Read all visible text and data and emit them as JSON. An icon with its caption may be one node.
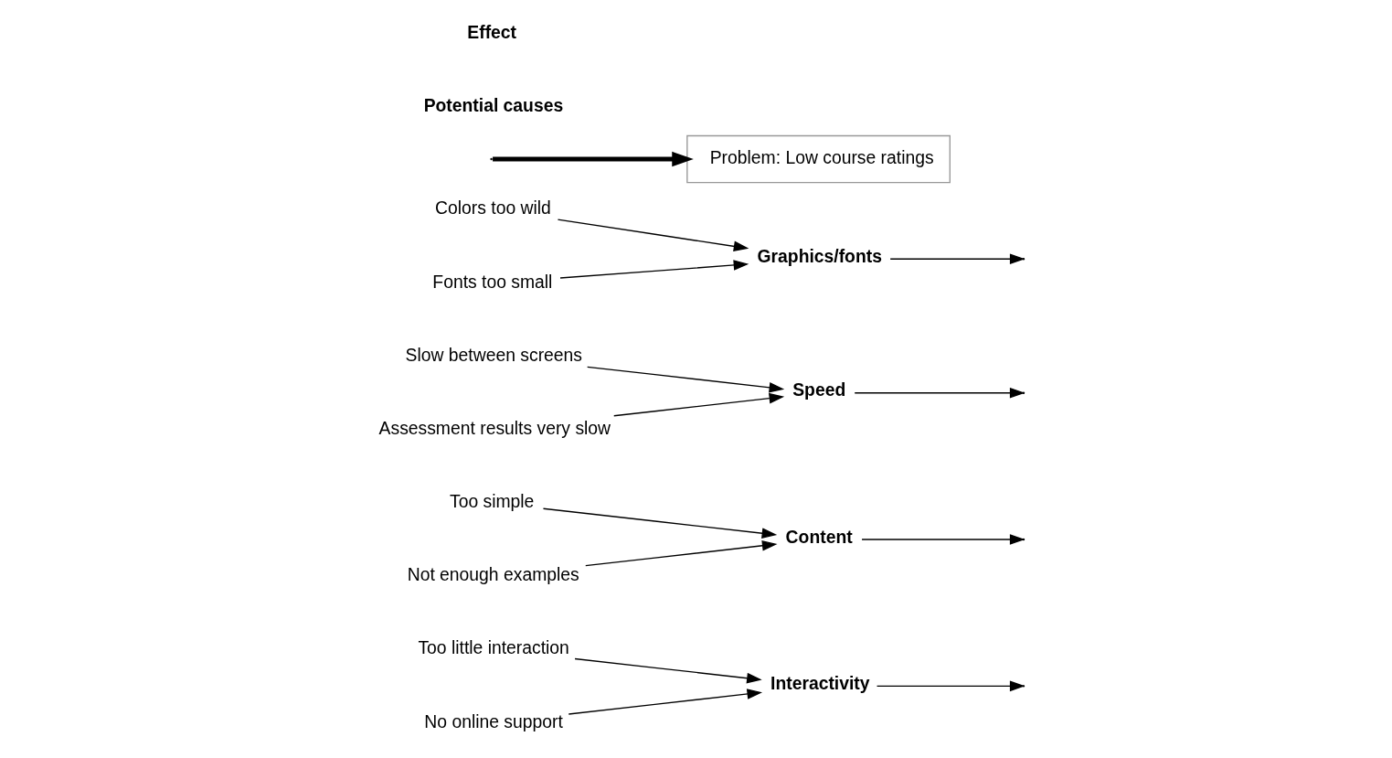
{
  "diagram": {
    "nodes": [
      {
        "text": [
          "Interactivity"
        ]
      },
      {
        "text": [
          "Too little interaction"
        ]
      },
      {
        "text": [
          "No online support"
        ]
      },
      {
        "text": [
          "Content"
        ]
      },
      {
        "text": [
          "Too simple"
        ]
      },
      {
        "text": [
          "Not enough examples"
        ]
      },
      {
        "text": [
          "Speed"
        ]
      },
      {
        "text": [
          "Slow between screens"
        ]
      },
      {
        "text": [
          "Assessment results very slow"
        ]
      },
      {
        "text": [
          "Graphics/fonts"
        ]
      },
      {
        "text": [
          "Colors too wild"
        ]
      },
      {
        "text": [
          "Fonts too small"
        ]
      },
      {
        "text": [
          "Problem: Low course ratings"
        ]
      }
    ],
    "edges": [
      {
        "from": 0,
        "to": null,
        "arrow": "to"
      },
      {
        "from": 1,
        "to": 0,
        "arrow": "to"
      },
      {
        "from": 2,
        "to": 0,
        "arrow": "to"
      },
      {
        "from": 3,
        "to": null,
        "arrow": "to"
      },
      {
        "from": 4,
        "to": 3,
        "arrow": "to"
      },
      {
        "from": 5,
        "to": 3,
        "arrow": "to"
      },
      {
        "from": 6,
        "to": null,
        "arrow": "to"
      },
      {
        "from": 7,
        "to": 6,
        "arrow": "to"
      },
      {
        "from": 8,
        "to": 6,
        "arrow": "to"
      },
      {
        "from": 9,
        "to": null,
        "arrow": "to"
      },
      {
        "from": 10,
        "to": 9,
        "arrow": "to"
      },
      {
        "from": 11,
        "to": 9,
        "arrow": "to"
      },
      {
        "from": null,
        "to": 12,
        "arrow": "to",
        "style": "thick"
      }
    ],
    "labels": [
      "Potential causes",
      "Effect"
    ]
  }
}
